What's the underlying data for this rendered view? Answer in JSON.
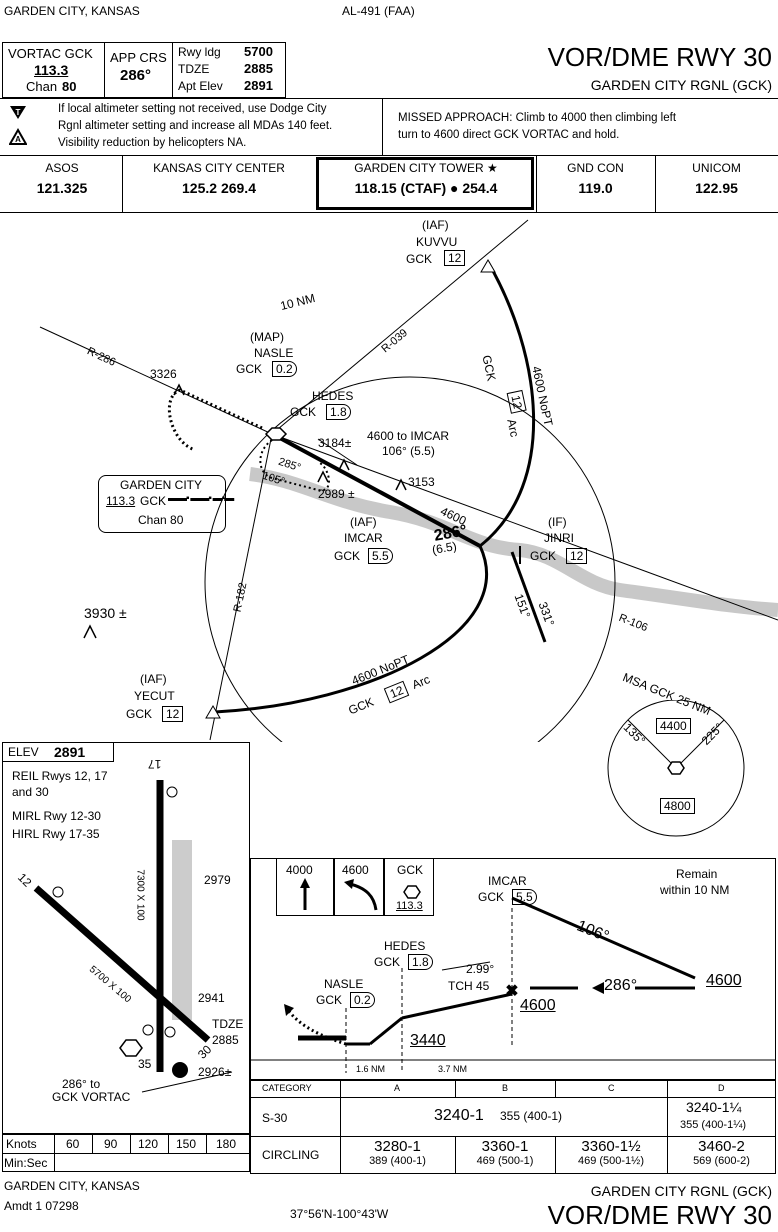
{
  "header": {
    "location": "GARDEN CITY, KANSAS",
    "chart_id": "AL-491 (FAA)",
    "title": "VOR/DME RWY 30",
    "airport": "GARDEN CITY RGNL (GCK)",
    "vortac_label": "VORTAC GCK",
    "vortac_freq": "113.3",
    "chan_label": "Chan",
    "chan": "80",
    "app_crs_label": "APP CRS",
    "app_crs": "286°",
    "rwy_ldg_label": "Rwy ldg",
    "rwy_ldg": "5700",
    "tdze_label": "TDZE",
    "tdze": "2885",
    "apt_elev_label": "Apt Elev",
    "apt_elev": "2891"
  },
  "notes": {
    "alt_note_1": "If local altimeter setting not received, use Dodge City",
    "alt_note_2": "Rgnl altimeter setting and increase all MDAs 140 feet.",
    "alt_note_3": "Visibility reduction by helicopters NA.",
    "missed_1": "MISSED APPROACH:  Climb to 4000 then climbing left",
    "missed_2": "turn to 4600 direct GCK VORTAC and hold."
  },
  "comms": [
    {
      "label": "ASOS",
      "value": "121.325"
    },
    {
      "label": "KANSAS CITY CENTER",
      "value": "125.2  269.4"
    },
    {
      "label": "GARDEN CITY TOWER ★",
      "value": "118.15 (CTAF) ● 254.4"
    },
    {
      "label": "GND CON",
      "value": "119.0"
    },
    {
      "label": "UNICOM",
      "value": "122.95"
    }
  ],
  "plan": {
    "kuvvu_iaf": "(IAF)",
    "kuvvu": "KUVVU",
    "kuvvu_gck": "GCK",
    "kuvvu_dme": "12",
    "ten_nm": "10 NM",
    "r039": "R-039",
    "r286": "R-286",
    "r182": "R-182",
    "r106": "R-106",
    "obs_3326": "3326",
    "map": "(MAP)",
    "nasle": "NASLE",
    "nasle_gck": "GCK",
    "nasle_dme": "0.2",
    "hedes": "HEDES",
    "hedes_gck": "GCK",
    "hedes_dme": "1.8",
    "obs_3184": "3184±",
    "imcar_transition_1": "4600 to IMCAR",
    "imcar_transition_2": "106° (5.5)",
    "crs_285": "285°",
    "crs_105": "105°",
    "obs_2989": "2989 ±",
    "obs_3153": "3153",
    "gc_name": "GARDEN CITY",
    "gc_freq": "113.3",
    "gc_id": "GCK",
    "gc_morse": "▬▬▪ ▬▬▪ ▬▪▬",
    "gc_chan": "Chan 80",
    "imcar_iaf": "(IAF)",
    "imcar": "IMCAR",
    "imcar_gck": "GCK",
    "imcar_dme": "5.5",
    "alt_4600": "4600",
    "crs_286": "286°",
    "dist_65": "(6.5)",
    "jinri_if": "(IF)",
    "jinri": "JINRI",
    "jinri_gck": "GCK",
    "jinri_dme": "12",
    "crs_151": "151°",
    "crs_331": "331°",
    "arc_east_1": "4600 NoPT",
    "arc_east_2": "GCK",
    "arc_east_3": "12",
    "arc_east_4": "Arc",
    "obs_3930": "3930 ±",
    "arc_south_1": "4600 NoPT",
    "arc_south_2": "GCK",
    "arc_south_3": "12",
    "arc_south_4": "Arc",
    "yecut_iaf": "(IAF)",
    "yecut": "YECUT",
    "yecut_gck": "GCK",
    "yecut_dme": "12"
  },
  "msa": {
    "title": "MSA GCK 25 NM",
    "b1": "135°",
    "b2": "225°",
    "alt_top": "4400",
    "alt_bottom": "4800"
  },
  "airport_diag": {
    "elev_label": "ELEV",
    "elev": "2891",
    "reil_1": "REIL Rwys 12, 17",
    "reil_2": "and 30",
    "mirl": "MIRL Rwy 12-30",
    "hirl": "HIRL Rwy 17-35",
    "rwy17": "17",
    "rwy35": "35",
    "rwy12": "12",
    "rwy30": "30",
    "dim_1735": "7300 X 100",
    "dim_1230": "5700 X 100",
    "obs_2979": "2979",
    "obs_2941": "2941",
    "tdze_label": "TDZE",
    "tdze": "2885",
    "obs_2926": "2926±",
    "to_vortac_1": "286° to",
    "to_vortac_2": "GCK VORTAC"
  },
  "timing": {
    "knots_label": "Knots",
    "minsec_label": "Min:Sec",
    "speeds": [
      "60",
      "90",
      "120",
      "150",
      "180"
    ]
  },
  "profile": {
    "ma_alt1": "4000",
    "ma_alt2": "4600",
    "ma_gck": "GCK",
    "ma_freq": "113.3",
    "imcar": "IMCAR",
    "imcar_gck": "GCK",
    "imcar_dme": "5.5",
    "remain_1": "Remain",
    "remain_2": "within 10 NM",
    "crs_106": "106°",
    "crs_286": "286°",
    "alt_4600_a": "4600",
    "alt_4600_b": "4600",
    "hedes": "HEDES",
    "hedes_gck": "GCK",
    "hedes_dme": "1.8",
    "gs": "2.99°",
    "tch": "TCH 45",
    "nasle": "NASLE",
    "nasle_gck": "GCK",
    "nasle_dme": "0.2",
    "alt_3440": "3440",
    "dist_1": "1.6 NM",
    "dist_2": "3.7 NM"
  },
  "minimums": {
    "category_label": "CATEGORY",
    "cats": [
      "A",
      "B",
      "C",
      "D"
    ],
    "s30_label": "S-30",
    "s30_abc_main": "3240-1",
    "s30_abc_sub": "355 (400-1)",
    "s30_d_main": "3240-1¼",
    "s30_d_sub": "355 (400-1¼)",
    "circling_label": "CIRCLING",
    "circ": [
      {
        "main": "3280-1",
        "sub": "389 (400-1)"
      },
      {
        "main": "3360-1",
        "sub": "469 (500-1)"
      },
      {
        "main": "3360-1½",
        "sub": "469 (500-1½)"
      },
      {
        "main": "3460-2",
        "sub": "569 (600-2)"
      }
    ]
  },
  "footer": {
    "location": "GARDEN CITY, KANSAS",
    "amdt": "Amdt 1 07298",
    "coords": "37°56'N-100°43'W",
    "airport": "GARDEN CITY RGNL (GCK)",
    "title": "VOR/DME RWY 30"
  }
}
